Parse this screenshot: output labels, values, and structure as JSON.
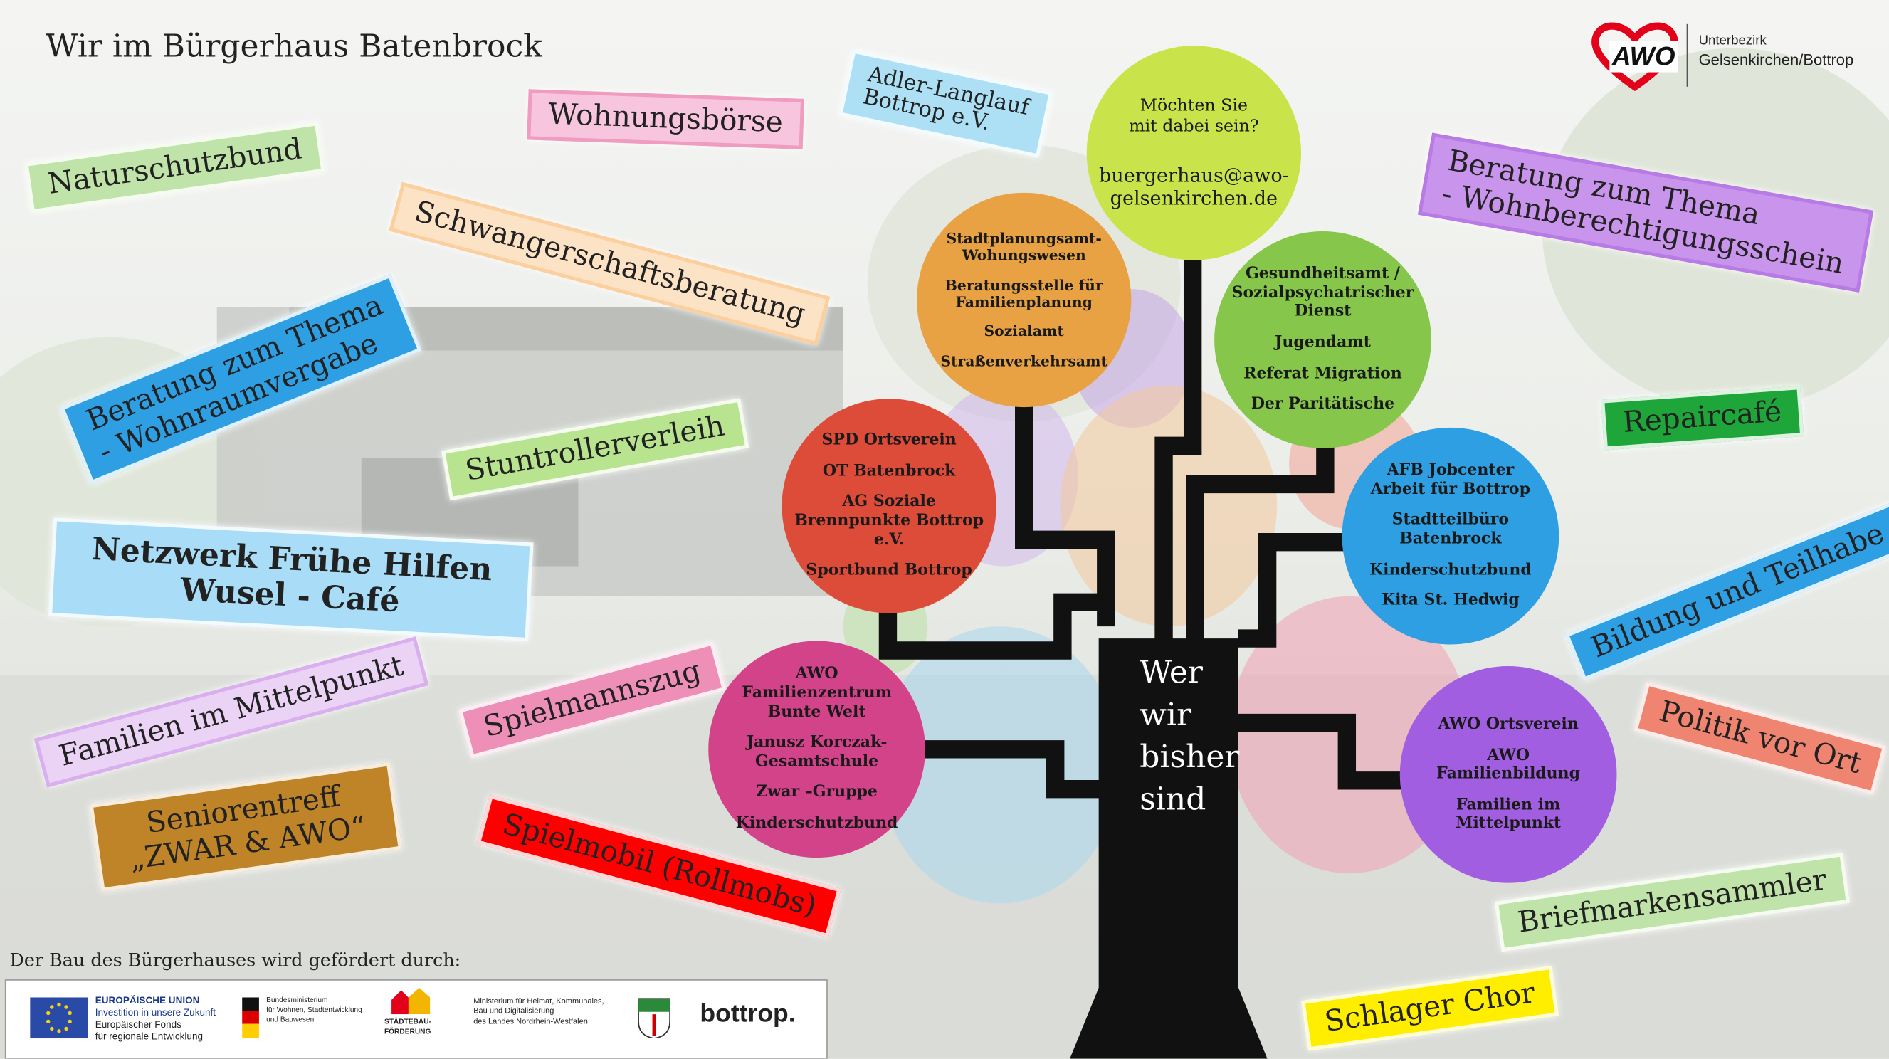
{
  "title": "Wir im Bürgerhaus Batenbrock",
  "brand": {
    "logo_text": "AWO",
    "line1": "Unterbezirk",
    "line2": "Gelsenkirchen/Bottrop",
    "heart_color": "#e2001a"
  },
  "tags": {
    "naturschutzbund": "Naturschutzbund",
    "wohnungsboerse": "Wohnungsbörse",
    "adler_line1": "Adler-Langlauf",
    "adler_line2": "Bottrop e.V.",
    "schwangerschaft": "Schwangerschaftsberatung",
    "wohnraum_line1": "Beratung zum Thema",
    "wohnraum_line2": "- Wohnraumvergabe",
    "stuntroller": "Stuntrollerverleih",
    "netzwerk_line1": "Netzwerk Frühe Hilfen",
    "netzwerk_line2": "Wusel - Café",
    "familien": "Familien im Mittelpunkt",
    "spielmannszug": "Spielmannszug",
    "senioren_line1": "Seniorentreff",
    "senioren_line2": "„ZWAR & AWO“",
    "spielmobil": "Spielmobil (Rollmobs)",
    "wohnberechtigung_line1": "Beratung zum Thema",
    "wohnberechtigung_line2": "- Wohnberechtigungsschein",
    "repaircafe": "Repaircafé",
    "bildung": "Bildung und Teilhabe",
    "politik": "Politik vor Ort",
    "briefmarken": "Briefmarkensammler",
    "schlager": "Schlager Chor"
  },
  "circles": {
    "top": [
      "Möchten Sie",
      "mit dabei sein?",
      "buergerhaus@awo-",
      "gelsenkirchen.de"
    ],
    "orange": [
      "Stadtplanungsamt- Wohungswesen",
      "Beratungsstelle für Familienplanung",
      "Sozialamt",
      "Straßenverkehrsamt"
    ],
    "green": [
      "Gesundheitsamt / Sozialpsychatrischer Dienst",
      "Jugendamt",
      "Referat Migration",
      "Der Paritätische"
    ],
    "red": [
      "SPD Ortsverein",
      "OT Batenbrock",
      "AG Soziale Brennpunkte Bottrop e.V.",
      "Sportbund Bottrop"
    ],
    "blue": [
      "AFB Jobcenter Arbeit für Bottrop",
      "Stadtteilbüro Batenbrock",
      "Kinderschutzbund",
      "Kita St. Hedwig"
    ],
    "pink": [
      "AWO Familienzentrum Bunte Welt",
      "Janusz Korczak- Gesamtschule",
      "Zwar –Gruppe",
      "Kinderschutzbund"
    ],
    "purple": [
      "AWO Ortsverein",
      "AWO Familienbildung",
      "Familien im Mittelpunkt"
    ]
  },
  "trunk": [
    "Wer",
    "wir",
    "bisher",
    "sind"
  ],
  "footer": {
    "text": "Der Bau des Bürgerhauses wird gefördert durch:",
    "eu_title": "EUROPÄISCHE UNION",
    "eu_line2": "Investition in unsere Zukunft",
    "eu_line3": "Europäischer Fonds",
    "eu_line4": "für regionale Entwicklung",
    "bm_line1": "Bundesministerium",
    "bm_line2": "für Wohnen, Stadtentwicklung",
    "bm_line3": "und Bauwesen",
    "sf_line1": "STÄDTEBAU-",
    "sf_line2": "FÖRDERUNG",
    "mh_line1": "Ministerium für Heimat, Kommunales,",
    "mh_line2": "Bau und Digitalisierung",
    "mh_line3": "des Landes Nordrhein-Westfalen",
    "bottrop": "bottrop."
  }
}
